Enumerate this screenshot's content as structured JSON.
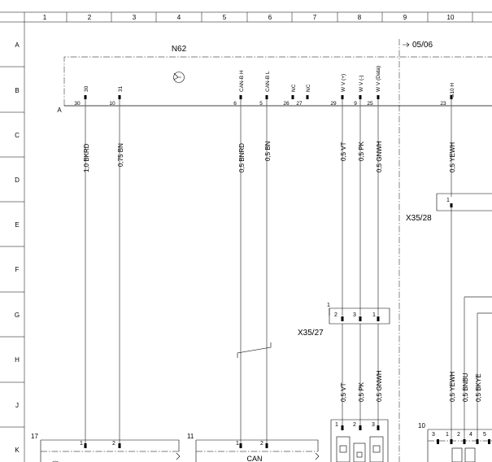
{
  "grid": {
    "columns": [
      "1",
      "2",
      "3",
      "4",
      "5",
      "6",
      "7",
      "8",
      "9",
      "10"
    ],
    "rows": [
      "A",
      "B",
      "C",
      "D",
      "E",
      "F",
      "G",
      "H",
      "J",
      "K"
    ]
  },
  "module_n62": {
    "label": "N62",
    "connector_label": "A",
    "pin_names": [
      {
        "name": "30",
        "pin": "30"
      },
      {
        "name": "31",
        "pin": "10"
      },
      {
        "name": "CAN-B H",
        "pin": "6"
      },
      {
        "name": "CAN-B L",
        "pin": "5"
      },
      {
        "name": "NC",
        "pin": "26"
      },
      {
        "name": "NC",
        "pin": "27"
      },
      {
        "name": "W V (+)",
        "pin": "29"
      },
      {
        "name": "W V (-)",
        "pin": "9"
      },
      {
        "name": "W V (Data)",
        "pin": "25"
      },
      {
        "name": "S10 H",
        "pin": "23"
      }
    ]
  },
  "ref_arrow": "05/06",
  "wires_upper": [
    "1,0 BKRD",
    "0,75 BN",
    "0,5 BNRD",
    "0,5 BN",
    "0,5 VT",
    "0,5 PK",
    "0,5 GNWH",
    "0,5 YEWH"
  ],
  "wires_lower": [
    "0,5 VT",
    "0,5 PK",
    "0,5 GNWH",
    "0,5 YEWH",
    "0,5 BNBU",
    "0,5 BKYE"
  ],
  "connectors": {
    "x35_28": {
      "label": "X35/28",
      "pin": "1"
    },
    "x35_27": {
      "label": "X35/27",
      "mark": "1",
      "pins": [
        "2",
        "3",
        "1"
      ]
    },
    "conn17": {
      "label": "17",
      "pins": [
        "1",
        "2"
      ]
    },
    "conn11": {
      "label": "11",
      "pins": [
        "1",
        "2"
      ],
      "text": "CAN"
    },
    "conn_mid": {
      "pins": [
        "1",
        "2",
        "3"
      ]
    },
    "conn10": {
      "label": "10",
      "pins": [
        "3",
        "1",
        "2",
        "4",
        "5"
      ]
    }
  }
}
